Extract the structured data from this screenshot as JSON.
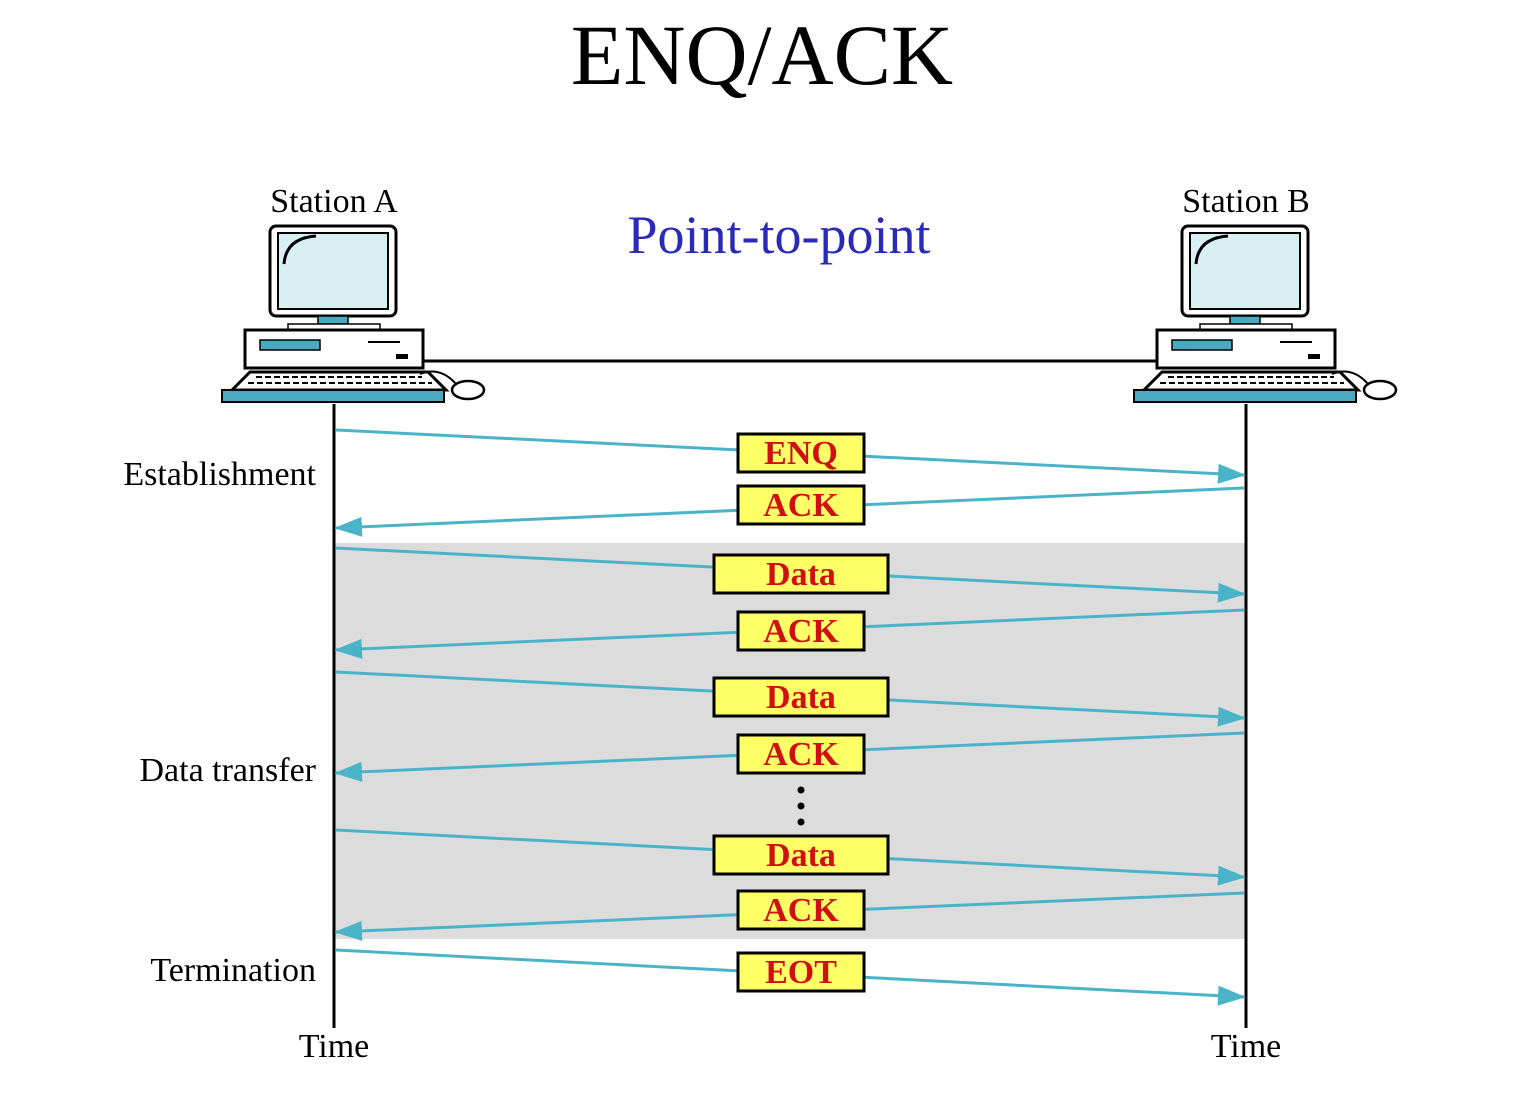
{
  "title": "ENQ/ACK",
  "subtitle": "Point-to-point",
  "stations": [
    {
      "name": "Station A",
      "time_label": "Time"
    },
    {
      "name": "Station B",
      "time_label": "Time"
    }
  ],
  "phases": [
    {
      "label": "Establishment"
    },
    {
      "label": "Data transfer"
    },
    {
      "label": "Termination"
    }
  ],
  "frames": [
    {
      "label": "ENQ",
      "direction": "A-to-B"
    },
    {
      "label": "ACK",
      "direction": "B-to-A"
    },
    {
      "label": "Data",
      "direction": "A-to-B"
    },
    {
      "label": "ACK",
      "direction": "B-to-A"
    },
    {
      "label": "Data",
      "direction": "A-to-B"
    },
    {
      "label": "ACK",
      "direction": "B-to-A"
    },
    {
      "label": "Data",
      "direction": "A-to-B"
    },
    {
      "label": "ACK",
      "direction": "B-to-A"
    },
    {
      "label": "EOT",
      "direction": "A-to-B"
    }
  ],
  "colors": {
    "title": "#000000",
    "subtitle": "#2a2ab8",
    "arrow": "#4bb3c8",
    "frame_fill": "#ffff66",
    "frame_text": "#d01010",
    "frame_border": "#000000",
    "data_phase_band": "#dcdcdc",
    "computer_screen": "#d8f0f4",
    "computer_accent": "#4aa8c0"
  },
  "icons": [
    "computer-icon",
    "computer-icon"
  ]
}
